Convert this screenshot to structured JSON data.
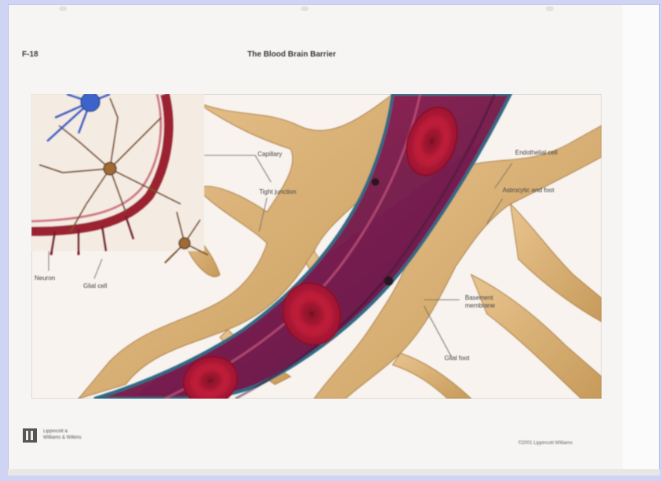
{
  "figure": {
    "number": "F-18",
    "title": "The Blood Brain Barrier"
  },
  "labels": {
    "capillary": "Capillary",
    "tight_junction": "Tight junction",
    "endothelial_cell": "Endothelial cell",
    "astrocyte_end_foot": "Astrocytic end foot",
    "basement_membrane": "Basement membrane",
    "glial_foot": "Glial foot",
    "neuron": "Neuron",
    "glial_cell": "Glial cell"
  },
  "publisher": {
    "line1": "Lippincott &",
    "line2": "Williams & Wilkins"
  },
  "copyright": "©2001 Lippincott Williams"
}
